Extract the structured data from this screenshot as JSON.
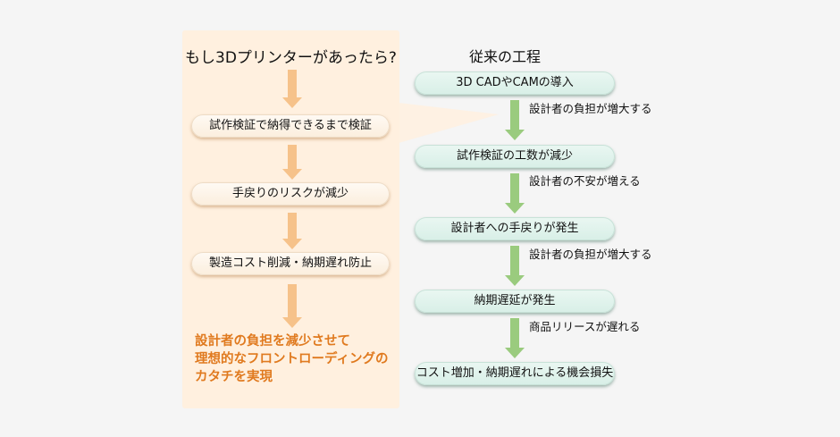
{
  "colors": {
    "page_background": "#f5f5f5",
    "panel_background": "#fff0df",
    "orange_arrow": "#f6c28a",
    "green_arrow": "#9acb7e",
    "result_text": "#e07a1f",
    "green_box": "#d8efe7"
  },
  "left_flow": {
    "title": "もし3Dプリンターがあったら?",
    "steps": [
      "試作検証で納得できるまで検証",
      "手戻りのリスクが減少",
      "製造コスト削減・納期遅れ防止"
    ],
    "result": "設計者の負担を減少させて\n理想的なフロントローディングの\nカタチを実現"
  },
  "right_flow": {
    "title": "従来の工程",
    "steps": [
      "3D CADやCAMの導入",
      "試作検証の工数が減少",
      "設計者への手戻りが発生",
      "納期遅延が発生",
      "コスト増加・納期遅れによる機会損失"
    ],
    "transitions": [
      "設計者の負担が増大する",
      "設計者の不安が増える",
      "設計者の負担が増大する",
      "商品リリースが遅れる"
    ]
  }
}
